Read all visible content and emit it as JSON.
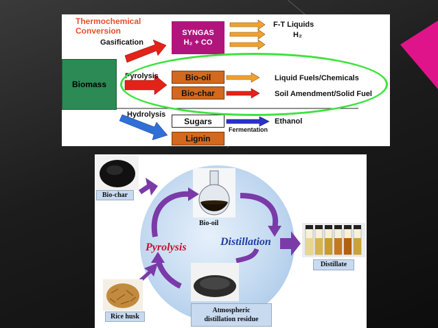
{
  "top_diagram": {
    "title_line1": "Thermochemical",
    "title_line2": "Conversion",
    "gasification": "Gasification",
    "biomass": "Biomass",
    "pyrolysis": "Pyrolysis",
    "hydrolysis": "Hydrolysis",
    "syngas": "SYNGAS",
    "syngas_formula": "H₂ + CO",
    "bio_oil": "Bio-oil",
    "bio_char": "Bio-char",
    "sugars": "Sugars",
    "lignin": "Lignin",
    "ft_liquids": "F-T Liquids",
    "h2": "H₂",
    "liquid_fuels": "Liquid Fuels/Chemicals",
    "soil_amendment": "Soil Amendment/Solid Fuel",
    "fermentation": "Fermentation",
    "ethanol": "Ethanol"
  },
  "bottom_diagram": {
    "bio_char": "Bio-char",
    "bio_oil": "Bio-oil",
    "pyrolysis": "Pyrolysis",
    "distillation": "Distillation",
    "distillate": "Distillate",
    "rice_husk": "Rice husk",
    "residue_line1": "Atmospheric",
    "residue_line2": "distillation residue"
  },
  "colors": {
    "accent_red": "#e4502a",
    "syngas_magenta": "#b0157c",
    "highlight_green": "#3ee23e",
    "slide_pink": "#e0148a",
    "arrow_purple": "#7a3aa8",
    "pyrolysis_red": "#c8102e",
    "distillation_blue": "#1f3fa0"
  }
}
